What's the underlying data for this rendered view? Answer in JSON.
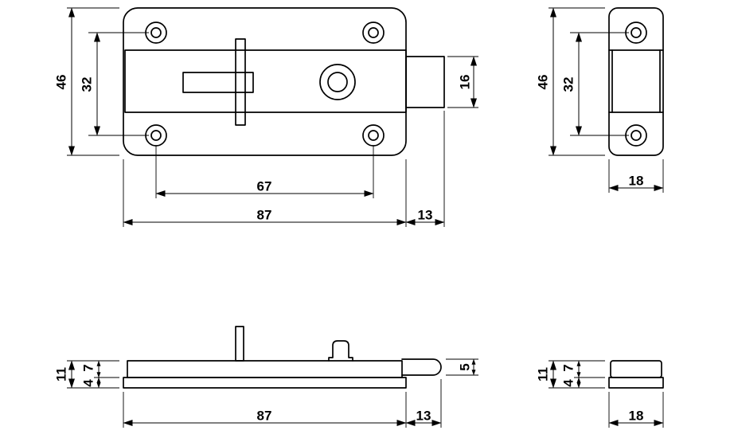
{
  "meta": {
    "colors": {
      "line": "#000000",
      "background": "#ffffff"
    }
  },
  "views": {
    "front": {
      "dims": {
        "plate_height": "46",
        "hole_span_vertical": "32",
        "bolt_width": "16",
        "hole_span_horizontal": "67",
        "plate_width": "87",
        "bolt_extension": "13"
      }
    },
    "side": {
      "dims": {
        "plate_height": "46",
        "hole_span_vertical": "32",
        "plate_width": "18"
      }
    },
    "bottom_profile": {
      "dims": {
        "total_height": "11",
        "body_height": "7",
        "base_height": "4",
        "bolt_thickness": "5",
        "plate_width": "87",
        "bolt_extension": "13"
      }
    },
    "side_profile": {
      "dims": {
        "total_height": "11",
        "body_height": "7",
        "base_height": "4",
        "plate_width": "18"
      }
    }
  }
}
